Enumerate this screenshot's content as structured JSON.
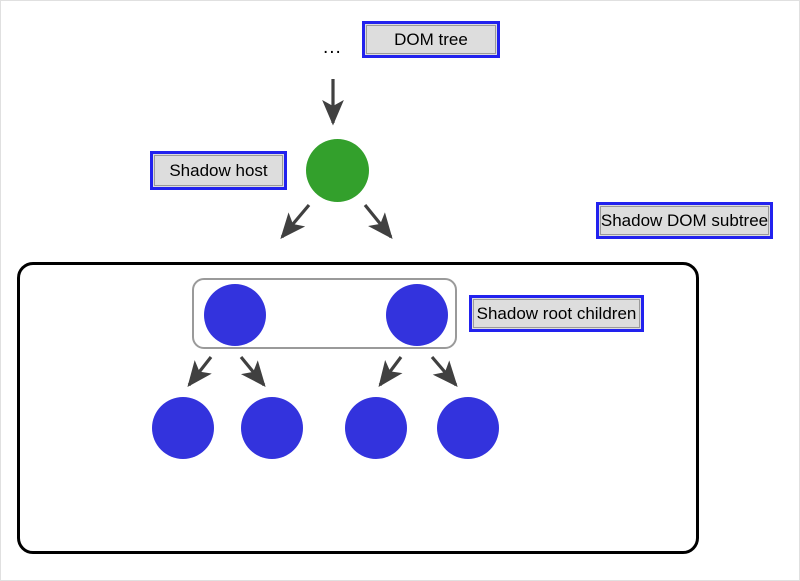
{
  "diagram": {
    "title_label": "DOM tree",
    "ellipsis": "...",
    "labels": {
      "dom_tree": "DOM tree",
      "shadow_host": "Shadow host",
      "shadow_dom_subtree": "Shadow DOM subtree",
      "shadow_root_children": "Shadow root children"
    },
    "colors": {
      "label_border": "#2222ee",
      "label_fill": "#dddddd",
      "host_node": "#33a02c",
      "child_node": "#3333dd",
      "subtree_border": "#000000",
      "root_children_border": "#9a9a9a",
      "arrow": "#404040",
      "background": "#ffffff"
    },
    "nodes": {
      "host": "shadow-host-node",
      "root_children": [
        "shadow-root-child-1",
        "shadow-root-child-2"
      ],
      "leaves": [
        "leaf-node-1",
        "leaf-node-2",
        "leaf-node-3",
        "leaf-node-4"
      ]
    },
    "edges": [
      "dom-tree-to-host",
      "host-to-root-child-1",
      "host-to-root-child-2",
      "root-child-1-to-leaf-1",
      "root-child-1-to-leaf-2",
      "root-child-2-to-leaf-3",
      "root-child-2-to-leaf-4"
    ]
  }
}
